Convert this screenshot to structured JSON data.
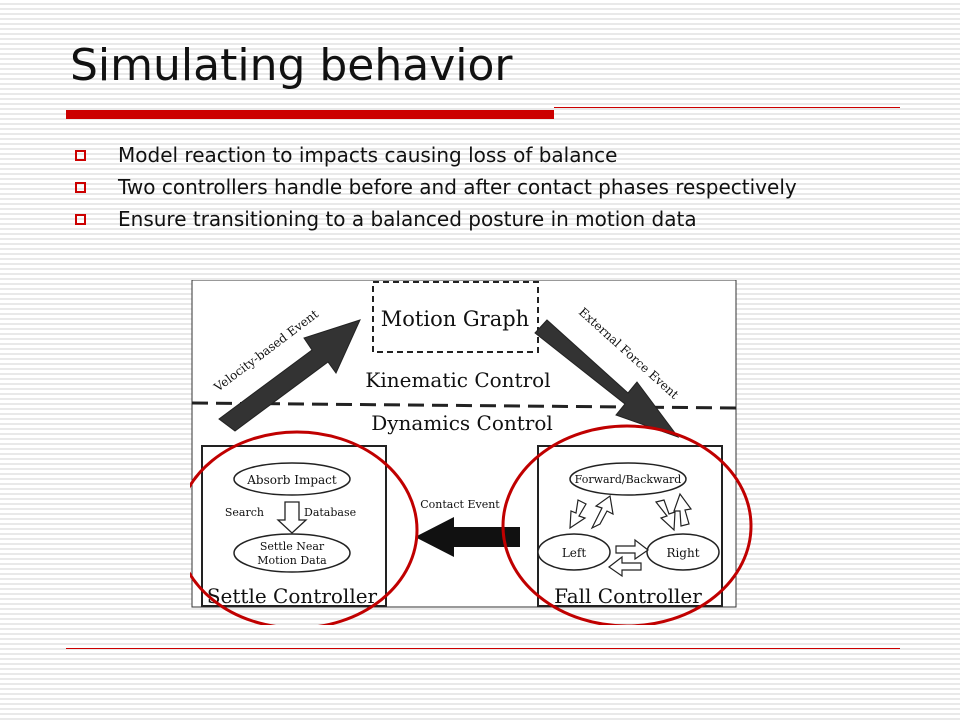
{
  "slide": {
    "title": "Simulating behavior",
    "bullets": [
      "Model reaction to impacts causing loss of balance",
      "Two controllers handle before and after contact phases respectively",
      "Ensure transitioning to a balanced posture in motion data"
    ]
  },
  "diagram": {
    "motion_graph": "Motion Graph",
    "kinematic_control": "Kinematic Control",
    "dynamics_control": "Dynamics Control",
    "velocity_event": "Velocity-based Event",
    "external_force_event": "External Force Event",
    "contact_event": "Contact Event",
    "absorb_impact": "Absorb Impact",
    "search": "Search",
    "database": "Database",
    "settle_near_line1": "Settle Near",
    "settle_near_line2": "Motion Data",
    "settle_controller": "Settle Controller",
    "forward_backward": "Forward/Backward",
    "left": "Left",
    "right": "Right",
    "fall_controller": "Fall Controller"
  },
  "colors": {
    "accent": "#cc0000",
    "highlight_circle": "#c00000"
  }
}
